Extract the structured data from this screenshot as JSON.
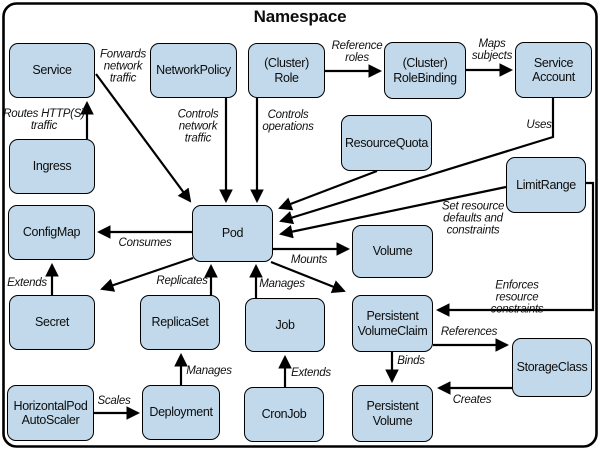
{
  "title": "Namespace",
  "colors": {
    "node_fill": "#c1d9eb",
    "node_border": "#000000",
    "arrow": "#000000",
    "background": "#ffffff"
  },
  "nodes": {
    "service": "Service",
    "networkpolicy": "NetworkPolicy",
    "cluster_role": "(Cluster)\nRole",
    "cluster_rolebinding": "(Cluster)\nRoleBinding",
    "service_account": "Service\nAccount",
    "ingress": "Ingress",
    "resourcequota": "ResourceQuota",
    "limitrange": "LimitRange",
    "configmap": "ConfigMap",
    "pod": "Pod",
    "volume": "Volume",
    "secret": "Secret",
    "replicaset": "ReplicaSet",
    "job": "Job",
    "persistent_volumeclaim": "Persistent\nVolumeClaim",
    "storageclass": "StorageClass",
    "horizontalpod_autoscaler": "HorizontalPod\nAutoScaler",
    "deployment": "Deployment",
    "cronjob": "CronJob",
    "persistent_volume": "Persistent\nVolume"
  },
  "edge_labels": {
    "forwards_network_traffic": "Forwards\nnetwork\ntraffic",
    "routes_https_traffic": "Routes HTTP(S)\ntraffic",
    "controls_network_traffic": "Controls\nnetwork\ntraffic",
    "controls_operations": "Controls\noperations",
    "reference_roles": "Reference\nroles",
    "maps_subjects": "Maps\nsubjects",
    "uses": "Uses",
    "set_resource_defaults": "Set resource\ndefaults and\nconstraints",
    "consumes": "Consumes",
    "extends_secret": "Extends",
    "replicates": "Replicates",
    "manages_job": "Manages",
    "mounts": "Mounts",
    "enforces_resource_constraints": "Enforces resource constraints",
    "references": "References",
    "binds": "Binds",
    "creates": "Creates",
    "scales": "Scales",
    "manages_deployment": "Manages",
    "extends_cronjob": "Extends"
  }
}
